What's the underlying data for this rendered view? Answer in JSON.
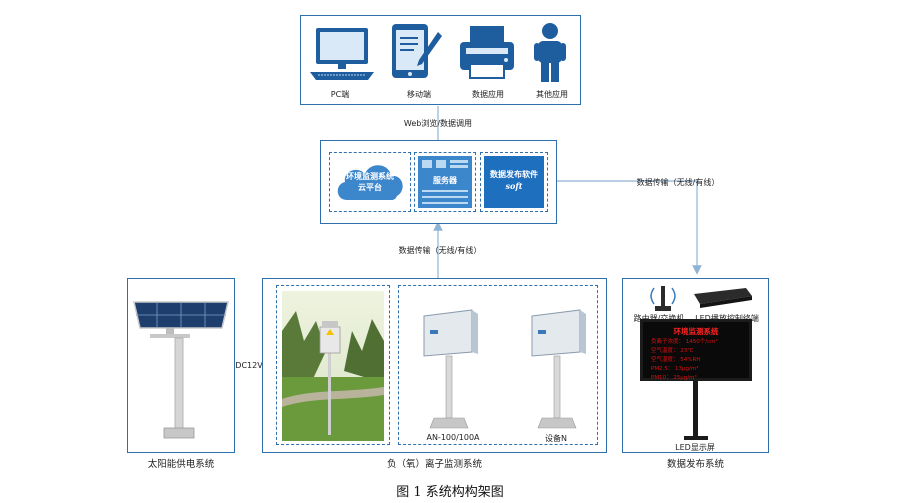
{
  "top": {
    "devices": [
      {
        "label": "PC端",
        "icon": "monitor-icon"
      },
      {
        "label": "移动端",
        "icon": "tablet-pen-icon"
      },
      {
        "label": "数据应用",
        "icon": "printer-icon"
      },
      {
        "label": "其他应用",
        "icon": "person-icon"
      }
    ]
  },
  "links": {
    "web": "Web浏览/数据调用",
    "center_to_monitor": "数据传输（无线/有线）",
    "center_to_publish": "数据传输（无线/有线）",
    "solar_to_monitor": "DC12V"
  },
  "center": {
    "cloud_line1": "环境监测系统",
    "cloud_line2": "云平台",
    "server": "服务器",
    "software_line1": "数据发布软件",
    "software_line2": "soft"
  },
  "solar": {
    "caption": "太阳能供电系统"
  },
  "monitor": {
    "caption": "负（氧）离子监测系统",
    "device1": "AN-100/100A",
    "device2": "设备N"
  },
  "publish": {
    "caption": "数据发布系统",
    "router": "路由器/交换机",
    "controller": "LED播放控制终端",
    "screen": "LED显示屏",
    "led_title": "环境监测系统",
    "led_rows": [
      "负离子浓度：  1450个/cm³",
      "空气温度：  23℃",
      "空气湿度：  54%RH",
      "PM2.5：  13μg/m³",
      "PM10：  25μg/m³"
    ]
  },
  "figure_caption": "图 1  系统构构架图",
  "colors": {
    "accent": "#2f6fad",
    "service_fill": "#1f6fbf",
    "led_text": "#ff2222"
  }
}
